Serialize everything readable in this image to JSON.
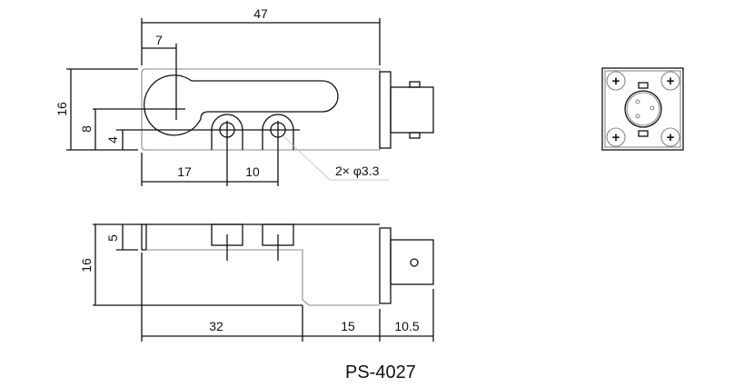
{
  "drawing": {
    "part_number": "PS-4027",
    "top_view": {
      "overall_length": "47",
      "hole_offset_slot": "7",
      "height": "16",
      "slot_center_height": "8",
      "hole_center_height": "4",
      "first_hole_position": "17",
      "hole_spacing": "10",
      "hole_callout": "2× φ3.3"
    },
    "side_view": {
      "height": "16",
      "flange_height": "5",
      "length_a": "32",
      "length_b": "15",
      "connector_length": "10.5"
    }
  }
}
